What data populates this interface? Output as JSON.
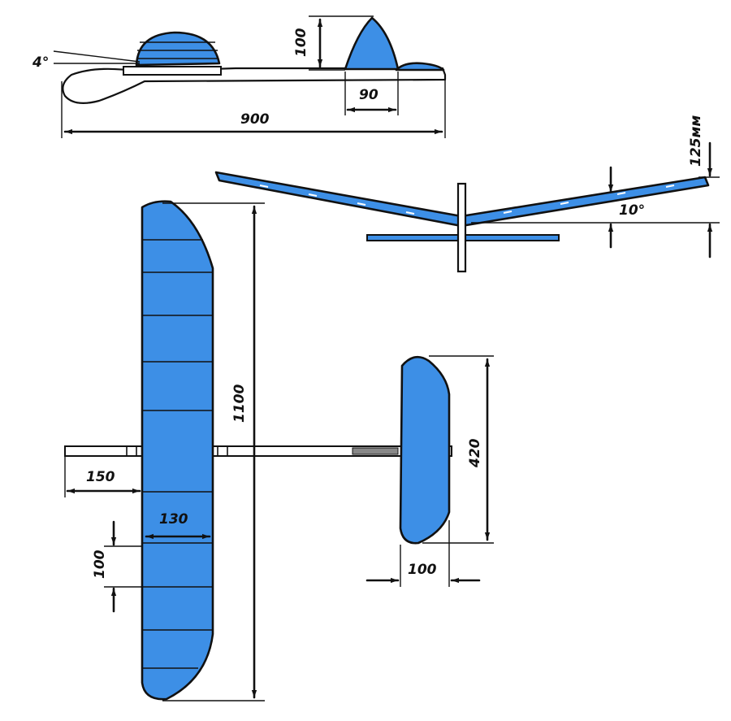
{
  "colors": {
    "covering": "#3d8fe6",
    "ink": "#111111",
    "paper": "#ffffff"
  },
  "dimensions": {
    "side_angle": "4°",
    "fin_height": "100",
    "fin_width": "90",
    "fuselage_length": "900",
    "tip_height": "125мм",
    "dihedral_angle": "10°",
    "wingspan": "1100",
    "nose_length": "150",
    "wing_chord": "130",
    "rib_spacing": "100",
    "stab_span": "420",
    "stab_chord": "100"
  }
}
